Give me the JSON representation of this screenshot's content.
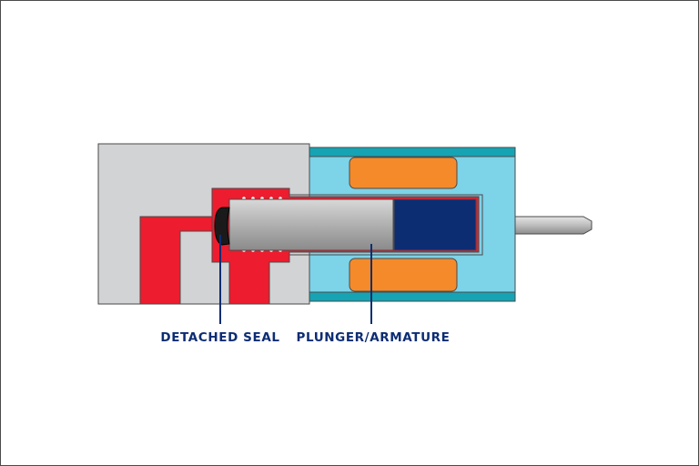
{
  "labels": {
    "detached_seal": "DETACHED SEAL",
    "plunger_armature": "PLUNGER/ARMATURE"
  },
  "colors": {
    "valve_body": "#d1d3d4",
    "coil_housing": "#7dd3e8",
    "housing_rim": "#16a4b4",
    "coil_winding": "#f58a2a",
    "fluid_passage": "#ed1c2e",
    "plunger_steel": "#b7b7b7",
    "armature_core": "#0d2d73",
    "seal": "#1a1a1a",
    "label_text": "#0d2d73",
    "outline": "#4a4a4a"
  },
  "components": [
    "valve-body",
    "coil-housing",
    "coil-winding-top",
    "coil-winding-bottom",
    "fluid-passage",
    "return-spring",
    "plunger",
    "armature-core",
    "detached-seal",
    "push-rod"
  ]
}
